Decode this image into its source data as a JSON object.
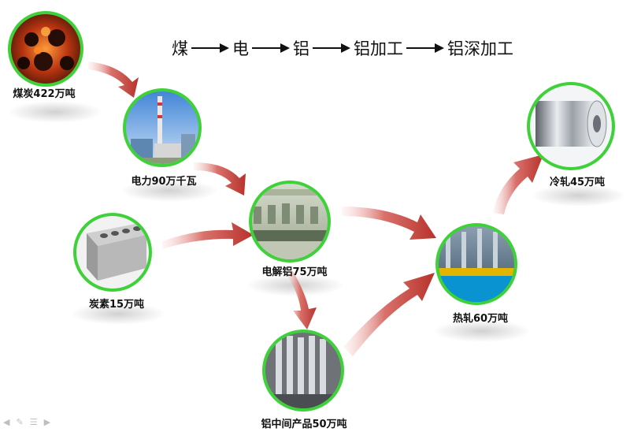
{
  "chain": [
    {
      "label": "煤"
    },
    {
      "label": "电"
    },
    {
      "label": "铝"
    },
    {
      "label": "铝加工"
    },
    {
      "label": "铝深加工"
    }
  ],
  "nodes": {
    "coal": {
      "label": "煤炭422万吨",
      "image": "burning-coal"
    },
    "power": {
      "label": "电力90万千瓦",
      "image": "power-plant"
    },
    "carbon": {
      "label": "炭素15万吨",
      "image": "carbon-block"
    },
    "electrolytic": {
      "label": "电解铝75万吨",
      "image": "electrolysis-hall"
    },
    "intermediate": {
      "label": "铝中间产品50万吨",
      "image": "aluminum-ingots"
    },
    "hot_rolled": {
      "label": "热轧60万吨",
      "image": "rolling-mill"
    },
    "cold_rolled": {
      "label": "冷轧45万吨",
      "image": "aluminum-coil"
    }
  },
  "toolbar": {
    "icons": [
      "prev-arrow-icon",
      "pen-icon",
      "menu-icon",
      "next-arrow-icon"
    ]
  },
  "colors": {
    "ring": "#3fd13a",
    "arrow": "#c9453f",
    "text": "#111111"
  }
}
